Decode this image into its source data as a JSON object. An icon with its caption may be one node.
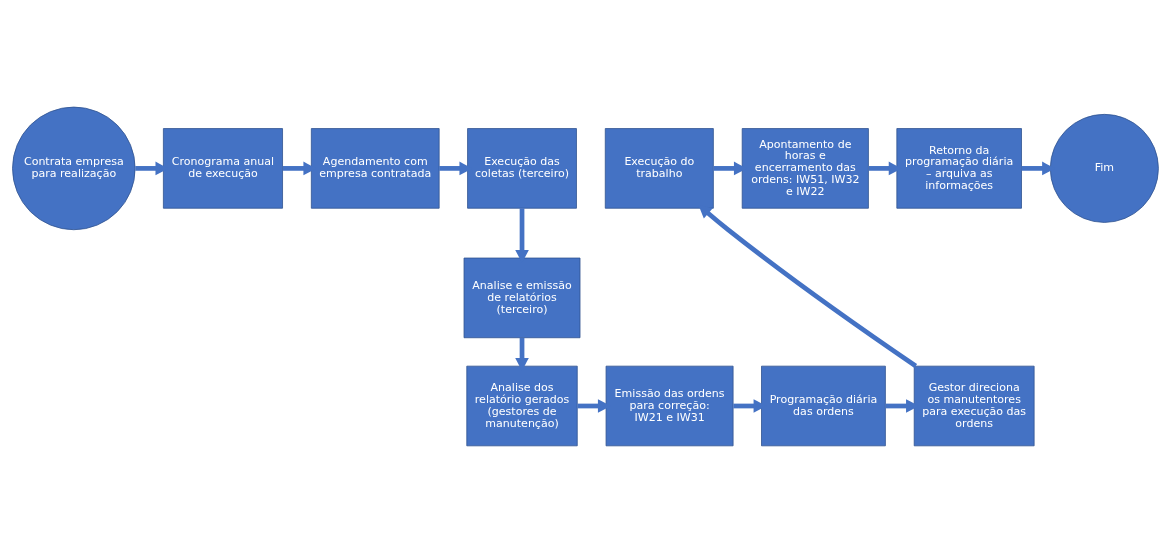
{
  "diagram": {
    "nodes": [
      {
        "text": [
          "Contrata empresa para realização"
        ]
      },
      {
        "text": [
          "Cronograma anual de execução"
        ]
      },
      {
        "text": [
          "Agendamento com empresa contratada"
        ]
      },
      {
        "text": [
          "Execução das coletas (terceiro)"
        ]
      },
      {
        "text": [
          "Analise e emissão de relatórios (terceiro)"
        ]
      },
      {
        "text": [
          "Execução do trabalho"
        ]
      },
      {
        "text": [
          "Apontamento de horas e encerramento das ordens: IW51, IW32 e IW22"
        ]
      },
      {
        "text": [
          "Retorno da programação diária – arquiva as informações"
        ]
      },
      {
        "text": [
          "Fim"
        ]
      },
      {
        "text": [
          "Gestor direciona os manutentores para execução das ordens"
        ]
      },
      {
        "text": [
          "Programação diária das ordens"
        ]
      },
      {
        "text": [
          "Emissão das ordens para correção: IW21 e IW31"
        ]
      },
      {
        "text": [
          "Analise dos relatório gerados (gestores de manutenção)"
        ]
      }
    ],
    "edges": [
      {
        "from": 0,
        "to": 1,
        "arrow": "to"
      },
      {
        "from": 1,
        "to": 2,
        "arrow": "to"
      },
      {
        "from": 2,
        "to": 3,
        "arrow": "to"
      },
      {
        "from": 3,
        "to": 4,
        "arrow": "to"
      },
      {
        "from": 4,
        "to": 12,
        "arrow": "to"
      },
      {
        "from": 12,
        "to": 11,
        "arrow": "to"
      },
      {
        "from": 11,
        "to": 10,
        "arrow": "to"
      },
      {
        "from": 10,
        "to": 9,
        "arrow": "to"
      },
      {
        "from": 9,
        "to": 5,
        "arrow": "to"
      },
      {
        "from": 5,
        "to": 6,
        "arrow": "to"
      },
      {
        "from": 6,
        "to": 7,
        "arrow": "to"
      },
      {
        "from": 7,
        "to": 8,
        "arrow": "to"
      }
    ]
  }
}
